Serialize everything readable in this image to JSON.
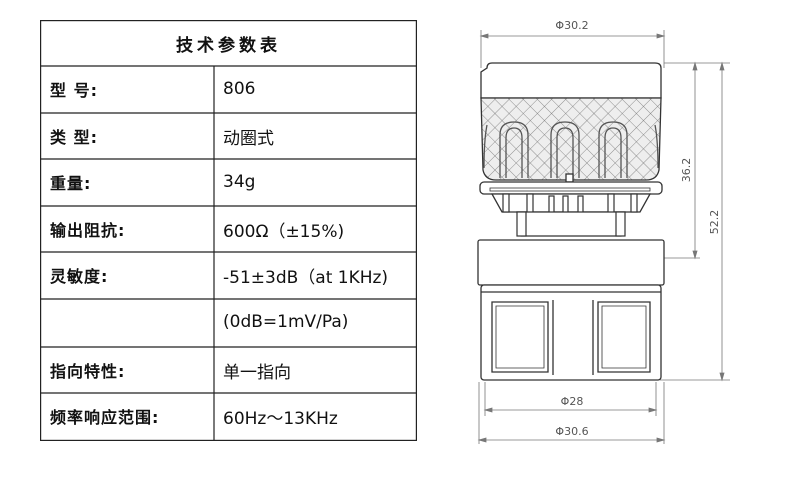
{
  "table": {
    "title": "技术参数表",
    "rows": [
      {
        "label": "型 号:",
        "value": "806"
      },
      {
        "label": "类 型:",
        "value": "动圈式"
      },
      {
        "label": "重量:",
        "value": "34g"
      },
      {
        "label": "输出阻抗:",
        "value": "600Ω（±15%)"
      },
      {
        "label": "灵敏度:",
        "value": "-51±3dB（at 1KHz)"
      },
      {
        "label": "",
        "value": "(0dB=1mV/Pa)"
      },
      {
        "label": "指向特性:",
        "value": "单一指向"
      },
      {
        "label": "频率响应范围:",
        "value": "60Hz～13KHz"
      }
    ]
  },
  "drawing": {
    "dim_top": "Φ30.2",
    "dim_head": "36.2",
    "dim_total": "52.2",
    "dim_body": "Φ28",
    "dim_bottom": "Φ30.6"
  }
}
